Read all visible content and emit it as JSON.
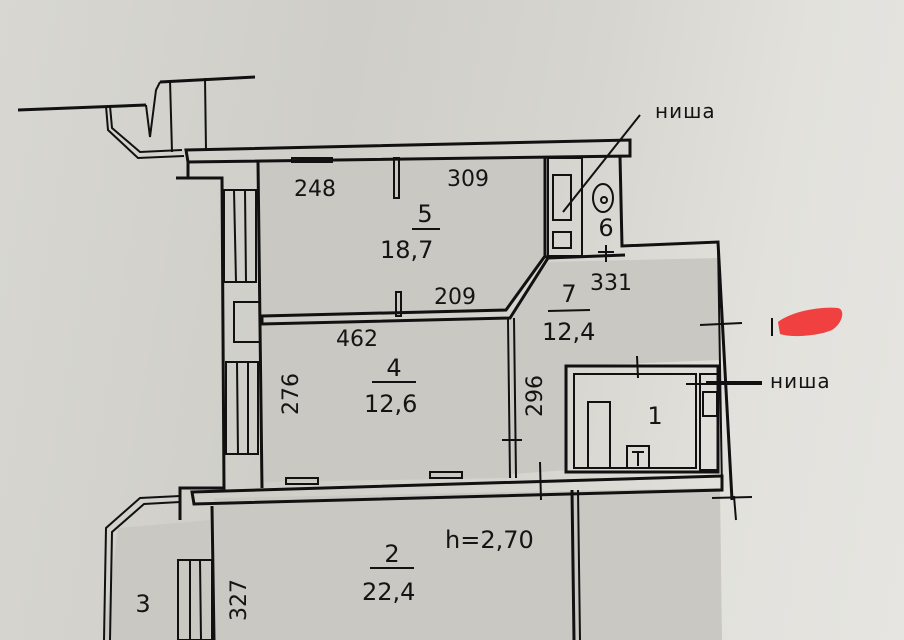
{
  "plan": {
    "ceiling_height": "h=2,70",
    "rooms": [
      {
        "id": "1",
        "label": "1",
        "area": ""
      },
      {
        "id": "2",
        "label": "2",
        "area": "22,4"
      },
      {
        "id": "3",
        "label": "3",
        "area": ""
      },
      {
        "id": "4",
        "label": "4",
        "area": "12,6"
      },
      {
        "id": "5",
        "label": "5",
        "area": "18,7"
      },
      {
        "id": "6",
        "label": "6",
        "area": ""
      },
      {
        "id": "7",
        "label": "7",
        "area": "12,4"
      }
    ],
    "dimensions": {
      "d248": "248",
      "d309": "309",
      "d209": "209",
      "d331": "331",
      "d462": "462",
      "d276": "276",
      "d296": "296",
      "d327": "327"
    },
    "notes": {
      "niche_top": "ниша",
      "niche_right": "ниша"
    },
    "redaction_color": "#f04040"
  }
}
